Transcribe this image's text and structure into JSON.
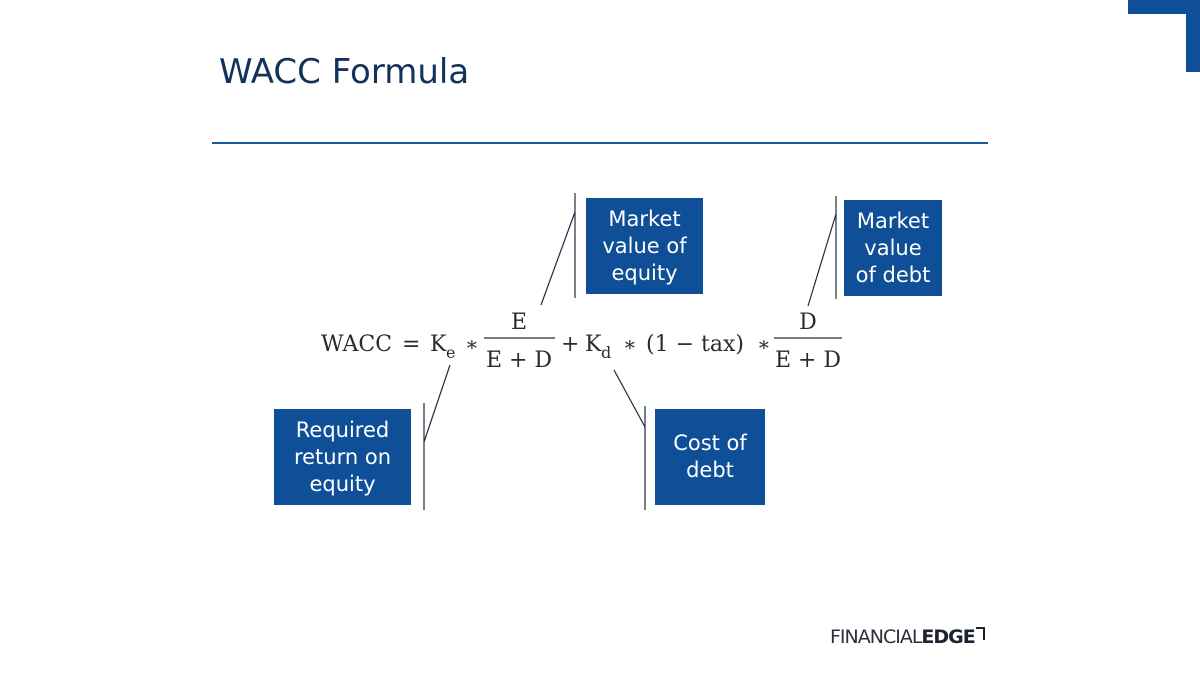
{
  "title": "WACC Formula",
  "colors": {
    "accent": "#0e4f97",
    "title": "#12325c",
    "rule": "#1a5799"
  },
  "formula": {
    "lhs": "WACC",
    "eq": "=",
    "ke_base": "K",
    "ke_sub": "e",
    "times1": "∗",
    "frac1_num": "E",
    "frac1_den": "E + D",
    "plus": "+",
    "kd_base": "K",
    "kd_sub": "d",
    "times2": "∗",
    "tax_term": "(1 − tax)",
    "times3": "∗",
    "frac2_num": "D",
    "frac2_den": "E + D"
  },
  "callouts": {
    "equity_mv": [
      "Market",
      "value of",
      "equity"
    ],
    "debt_mv": [
      "Market",
      "value",
      "of debt"
    ],
    "required_return": [
      "Required",
      "return on",
      "equity"
    ],
    "cost_of_debt": [
      "Cost of",
      "debt"
    ]
  },
  "logo": {
    "light": "FINANCIAL",
    "bold": "EDGE"
  }
}
